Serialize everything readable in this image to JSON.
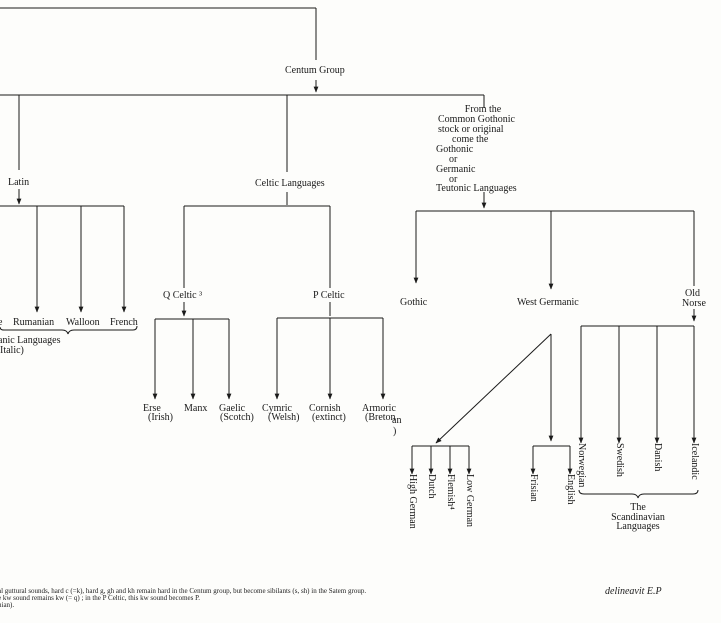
{
  "labels": {
    "centum_group": "Centum Group",
    "gothonic_from": "From the",
    "gothonic_common": "Common Gothonic",
    "gothonic_stock": "stock or original",
    "gothonic_come": "come the",
    "gothonic_word": "Gothonic",
    "or_1": "or",
    "germanic_word": "Germanic",
    "or_2": "or",
    "teutonic": "Teutonic Languages",
    "latin": "Latin",
    "celtic": "Celtic Languages",
    "rumanian": "Rumanian",
    "walloon": "Walloon",
    "french": "French",
    "partial_e": "e",
    "romanic_1": "anic Languages",
    "romanic_2": "Italic)",
    "q_celtic": "Q Celtic ³",
    "p_celtic": "P Celtic",
    "erse_1": "Erse",
    "erse_2": "(Irish)",
    "manx": "Manx",
    "gaelic_1": "Gaelic",
    "gaelic_2": "(Scotch)",
    "cymric_1": "Cymric",
    "cymric_2": "(Welsh)",
    "cornish_1": "Cornish",
    "cornish_2": "(extinct)",
    "armoric_1": "Armoric",
    "armoric_2": "(Breton",
    "an": "an",
    "paren": ")",
    "gothic": "Gothic",
    "west_germanic": "West Germanic",
    "old": "Old",
    "norse": "Norse",
    "high_german": "High German",
    "dutch": "Dutch",
    "flemish": "Flemish⁴",
    "low_german": "Low German",
    "frisian": "Frisian",
    "english": "English",
    "norwegian": "Norwegian",
    "swedish": "Swedish",
    "danish": "Danish",
    "icelandic": "Icelandic",
    "scand_1": "The",
    "scand_2": "Scandinavian",
    "scand_3": "Languages"
  },
  "footnotes": {
    "line1": "al guttural sounds, hard c (=k), hard g, gh and kh remain hard in the Centum group, but become sibilants (s, sh) in the Satem group.",
    "line2": "e kw sound remains kw (= q) ; in the P Celtic, this kw sound becomes P.",
    "line3": "nian)."
  },
  "signature": "delineavit E.P"
}
